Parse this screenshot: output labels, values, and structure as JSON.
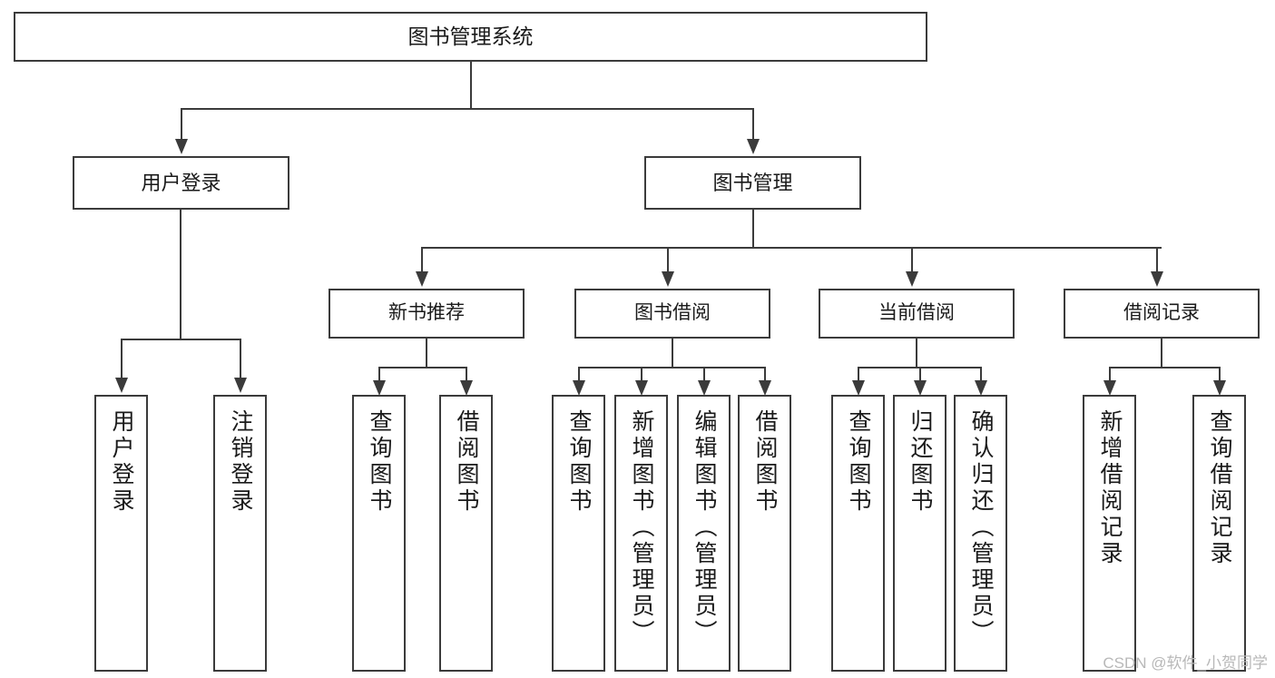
{
  "diagram": {
    "title": "图书管理系统",
    "type": "功能结构图",
    "background_color": "#ffffff",
    "line_color": "#3b3b3b",
    "text_color": "#1a1a1a"
  },
  "root": {
    "label": "图书管理系统"
  },
  "level2": [
    {
      "label": "用户登录"
    },
    {
      "label": "图书管理"
    }
  ],
  "level3": [
    {
      "label": "新书推荐"
    },
    {
      "label": "图书借阅"
    },
    {
      "label": "当前借阅"
    },
    {
      "label": "借阅记录"
    }
  ],
  "leaves": {
    "user_login": [
      {
        "label": "用户登录"
      },
      {
        "label": "注销登录"
      }
    ],
    "new_book_recommend": [
      {
        "label": "查询图书"
      },
      {
        "label": "借阅图书"
      }
    ],
    "book_borrow": [
      {
        "label": "查询图书"
      },
      {
        "label": "新增图书（管理员）"
      },
      {
        "label": "编辑图书（管理员）"
      },
      {
        "label": "借阅图书"
      }
    ],
    "current_borrow": [
      {
        "label": "查询图书"
      },
      {
        "label": "归还图书"
      },
      {
        "label": "确认归还（管理员）"
      }
    ],
    "borrow_record": [
      {
        "label": "新增借阅记录"
      },
      {
        "label": "查询借阅记录"
      }
    ]
  },
  "watermark": {
    "text": "CSDN @软件_小贺同学"
  }
}
